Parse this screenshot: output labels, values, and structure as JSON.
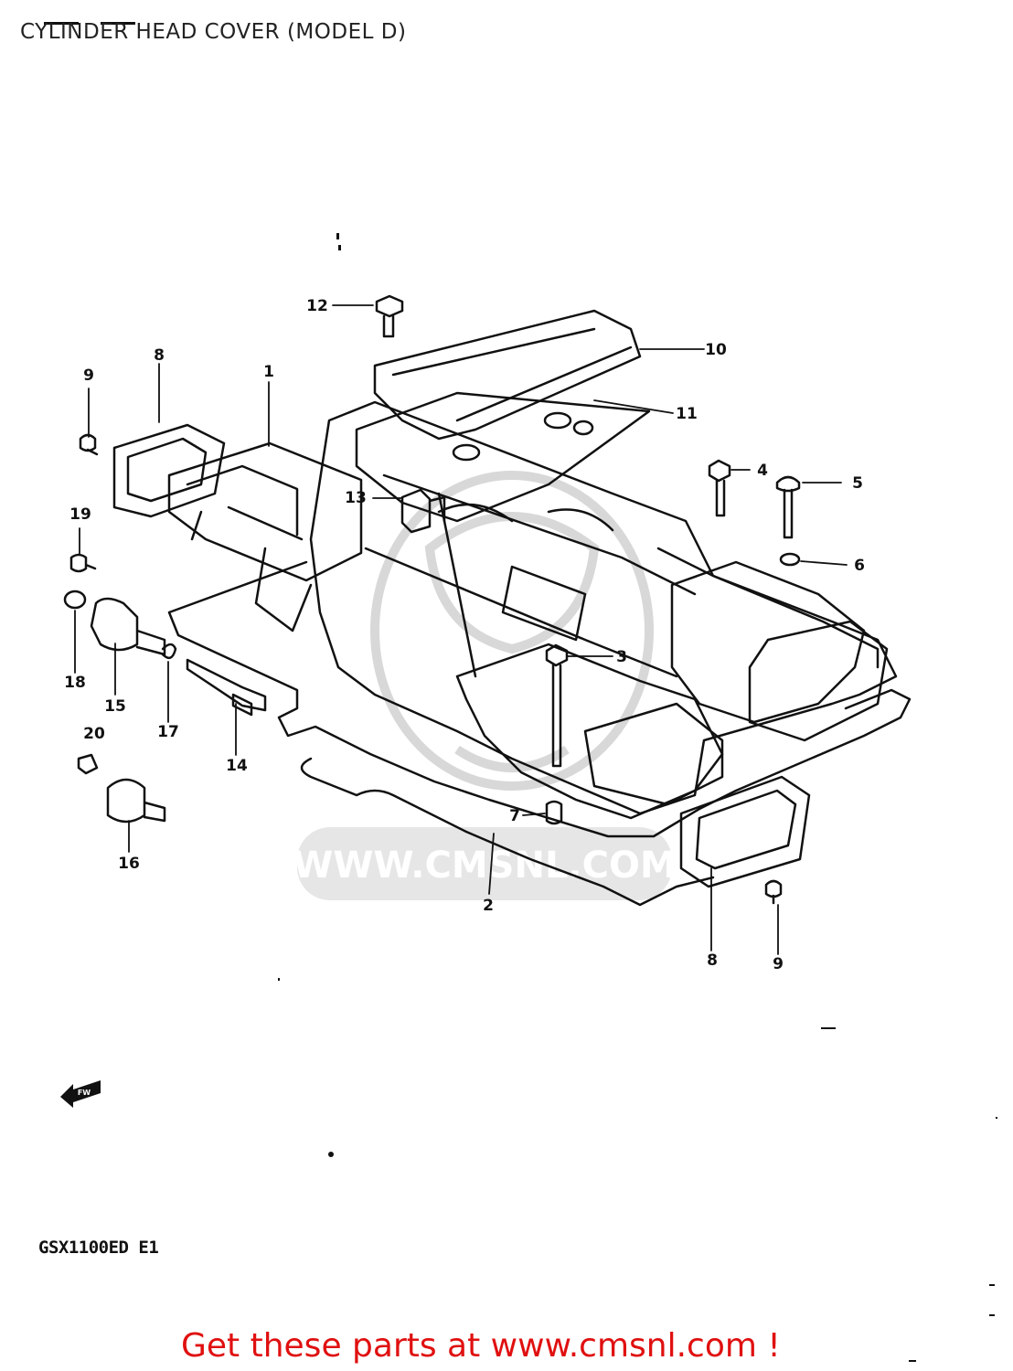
{
  "page": {
    "title": "CYLINDER HEAD COVER (MODEL D)",
    "model_code": "GSX1100ED  E1",
    "cta_text": "Get these parts at www.cmsnl.com !",
    "watermark_text": "WWW.CMSNL.COM",
    "fw_marker": "FW"
  },
  "callouts": [
    {
      "id": "c1",
      "label": "1"
    },
    {
      "id": "c2",
      "label": "2"
    },
    {
      "id": "c3",
      "label": "3"
    },
    {
      "id": "c4",
      "label": "4"
    },
    {
      "id": "c5",
      "label": "5"
    },
    {
      "id": "c6",
      "label": "6"
    },
    {
      "id": "c7",
      "label": "7"
    },
    {
      "id": "c8a",
      "label": "8"
    },
    {
      "id": "c8b",
      "label": "8"
    },
    {
      "id": "c9a",
      "label": "9"
    },
    {
      "id": "c9b",
      "label": "9"
    },
    {
      "id": "c10",
      "label": "10"
    },
    {
      "id": "c11",
      "label": "11"
    },
    {
      "id": "c12",
      "label": "12"
    },
    {
      "id": "c13",
      "label": "13"
    },
    {
      "id": "c14",
      "label": "14"
    },
    {
      "id": "c15",
      "label": "15"
    },
    {
      "id": "c16",
      "label": "16"
    },
    {
      "id": "c17",
      "label": "17"
    },
    {
      "id": "c18",
      "label": "18"
    },
    {
      "id": "c19",
      "label": "19"
    },
    {
      "id": "c20",
      "label": "20"
    }
  ],
  "colors": {
    "line": "#111111",
    "watermark": "#d8d8d8",
    "cta": "#e01010"
  }
}
